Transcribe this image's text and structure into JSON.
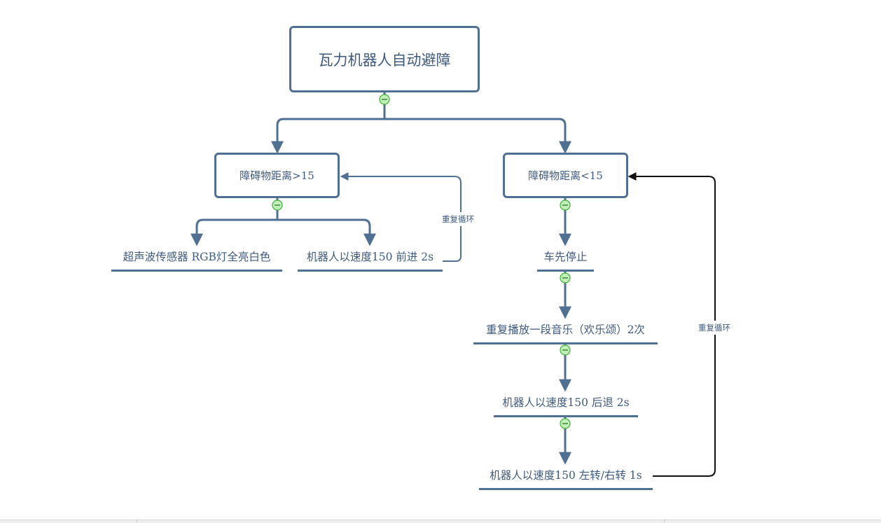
{
  "root": {
    "label": "瓦力机器人自动避障"
  },
  "branch_left": {
    "condition": "障碍物距离>15",
    "action_light": "超声波传感器 RGB灯全亮白色",
    "action_move": "机器人以速度150 前进 2s",
    "loop_label": "重复循环"
  },
  "branch_right": {
    "condition": "障碍物距离<15",
    "step1": "车先停止",
    "step2": "重复播放一段音乐（欢乐颂）2次",
    "step3": "机器人以速度150 后退 2s",
    "step4": "机器人以速度150 左转/右转 1s",
    "loop_label": "重复循环"
  },
  "colors": {
    "box_border": "#4f6f93",
    "text": "#3e5a7e",
    "connector": "#4f6f93",
    "loop_arrow_right": "#111111",
    "collapse_fill": "#bff0b8",
    "collapse_stroke": "#3fae3a"
  }
}
